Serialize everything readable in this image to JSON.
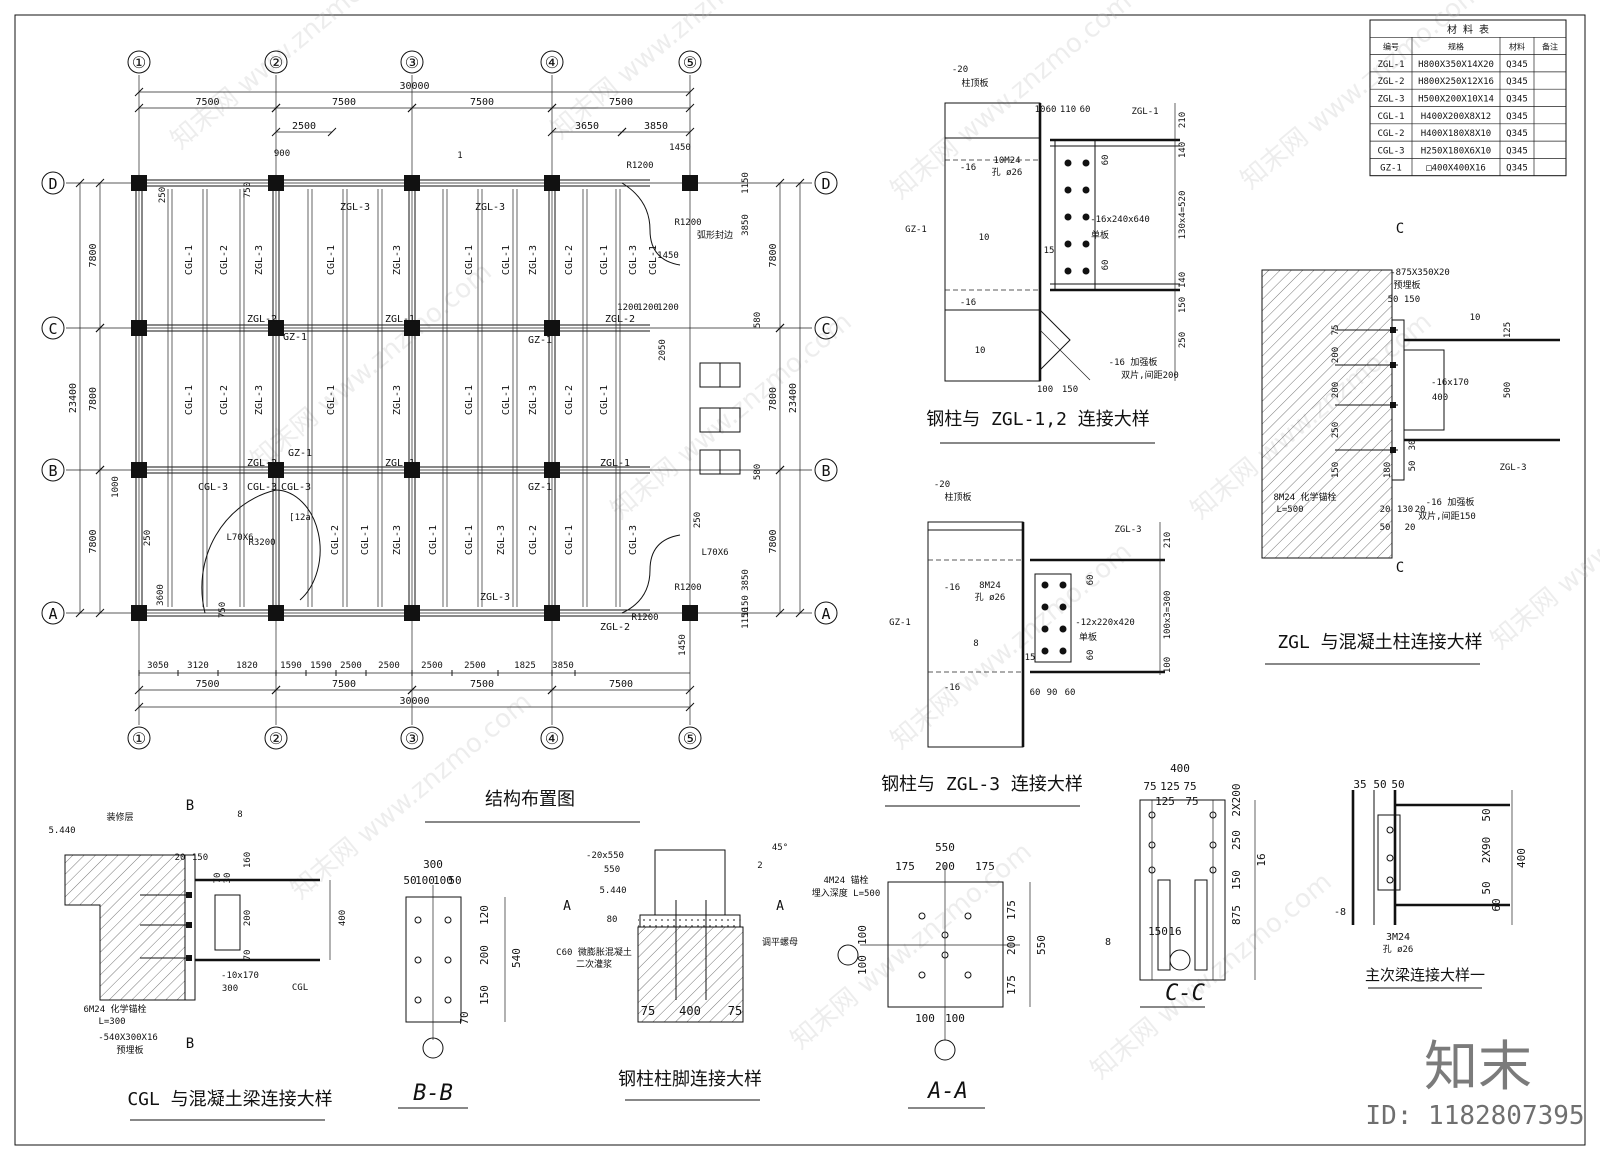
{
  "axes_top": [
    "①",
    "②",
    "③",
    "④",
    "⑤"
  ],
  "axes_side": [
    "D",
    "C",
    "B",
    "A"
  ],
  "plan": {
    "title": "结构布置图",
    "overall_width": "30000",
    "overall_depth": "23400",
    "bay": "7500",
    "row": "7800",
    "top_dims": [
      "2500",
      "3650",
      "3850",
      "900",
      "1450"
    ],
    "bottom_dims": [
      "3050",
      "3120",
      "1820",
      "1590",
      "1590",
      "2500",
      "2500",
      "2500",
      "2500",
      "1825",
      "3850"
    ],
    "right_dims": [
      "1150",
      "3850",
      "1150",
      "580",
      "2050",
      "580",
      "250",
      "3850",
      "1150",
      "1450"
    ],
    "left_dims": [
      "250",
      "750",
      "1000",
      "250",
      "3600",
      "750"
    ],
    "beam_labels_row1": [
      "CGL-1",
      "CGL-2",
      "ZGL-3",
      "CGL-1",
      "ZGL-3",
      "CGL-1",
      "CGL-1",
      "ZGL-3",
      "CGL-2",
      "CGL-1",
      "CGL-3",
      "CGL-1"
    ],
    "beam_labels_row2": [
      "CGL-1",
      "CGL-2",
      "ZGL-3",
      "CGL-1",
      "ZGL-3",
      "CGL-1",
      "CGL-1",
      "ZGL-3",
      "CGL-2",
      "CGL-1"
    ],
    "beam_labels_row3": [
      "CGL-2",
      "CGL-1",
      "ZGL-3",
      "CGL-1",
      "CGL-1",
      "ZGL-3",
      "CGL-2",
      "CGL-1",
      "CGL-3"
    ],
    "horizontal_labels": [
      "ZGL-3",
      "ZGL-3",
      "ZGL-2",
      "ZGL-1",
      "ZGL-1",
      "GZ-1",
      "GZ-1",
      "ZGL-2",
      "ZGL-2",
      "ZGL-1",
      "GZ-1",
      "GZ-1",
      "ZGL-2",
      "ZGL-3",
      "CGL-3",
      "CGL-3",
      "CGL-3"
    ],
    "notes": [
      "R1200",
      "R1200",
      "R1200",
      "R1200",
      "R3200",
      "L70X6",
      "L70X6",
      "弧形封边",
      "1200",
      "1200",
      "1200",
      "1450",
      "[12a",
      "1"
    ]
  },
  "material_table": {
    "title": "材 料 表",
    "headers": [
      "编号",
      "规格",
      "材料",
      "备注"
    ],
    "rows": [
      [
        "ZGL-1",
        "H800X350X14X20",
        "Q345",
        ""
      ],
      [
        "ZGL-2",
        "H800X250X12X16",
        "Q345",
        ""
      ],
      [
        "ZGL-3",
        "H500X200X10X14",
        "Q345",
        ""
      ],
      [
        "CGL-1",
        "H400X200X8X12",
        "Q345",
        ""
      ],
      [
        "CGL-2",
        "H400X180X8X10",
        "Q345",
        ""
      ],
      [
        "CGL-3",
        "H250X180X6X10",
        "Q345",
        ""
      ],
      [
        "GZ-1",
        "□400X400X16",
        "Q345",
        ""
      ]
    ]
  },
  "detail1": {
    "title": "钢柱与 ZGL-1,2 连接大样",
    "labels": [
      "-20",
      "柱顶板",
      "-16",
      "-16",
      "GZ-1",
      "10M24",
      "孔 ø26",
      "-16x240x640",
      "单板",
      "ZGL-1",
      "10",
      "10",
      "15",
      "-16 加强板",
      "双片,间距200"
    ],
    "dims": [
      "10",
      "60",
      "110",
      "60",
      "210",
      "140",
      "60",
      "130x4=520",
      "60",
      "140",
      "150",
      "250",
      "100",
      "150"
    ]
  },
  "detail2": {
    "title": "钢柱与 ZGL-3 连接大样",
    "labels": [
      "-20",
      "柱顶板",
      "-16",
      "-16",
      "GZ-1",
      "8M24",
      "孔 ø26",
      "-12x220x420",
      "单板",
      "ZGL-3",
      "8",
      "15"
    ],
    "dims": [
      "210",
      "60",
      "100x3=300",
      "60",
      "100",
      "60",
      "90",
      "60"
    ]
  },
  "detail3": {
    "title": "ZGL 与混凝土柱连接大样",
    "section": "C",
    "labels": [
      "-875X350X20",
      "预埋板",
      "-16x170",
      "400",
      "8M24 化学锚栓",
      "L=500",
      "-16 加强板",
      "双片,间距150",
      "ZGL-3",
      "10"
    ],
    "dims": [
      "50",
      "150",
      "75",
      "200",
      "200",
      "250",
      "150",
      "125",
      "500",
      "180",
      "50",
      "30",
      "20",
      "130",
      "20",
      "50",
      "20"
    ]
  },
  "detail4": {
    "title": "CGL 与混凝土梁连接大样",
    "labels": [
      "5.440",
      "装修层",
      "B",
      "B",
      "6M24 化学锚栓",
      "L=300",
      "-540X300X16",
      "预埋板",
      "-10x170",
      "300",
      "CGL",
      "8"
    ],
    "dims": [
      "20",
      "150",
      "70",
      "30",
      "200",
      "70",
      "160",
      "400"
    ]
  },
  "detail5": {
    "title": "B-B",
    "dims": [
      "300",
      "50",
      "100",
      "100",
      "50",
      "120",
      "200",
      "150",
      "70",
      "540"
    ]
  },
  "detail6": {
    "title": "钢柱柱脚连接大样",
    "labels": [
      "-20x550",
      "550",
      "5.440",
      "A",
      "A",
      "C60 微膨胀混凝土",
      "二次灌浆",
      "调平螺母",
      "45°",
      "2",
      "80"
    ],
    "dims": [
      "75",
      "400",
      "75"
    ]
  },
  "detail7": {
    "title": "A-A",
    "labels": [
      "4M24 锚栓",
      "埋入深度 L=500"
    ],
    "dims": [
      "550",
      "175",
      "200",
      "175",
      "100",
      "100",
      "175",
      "200",
      "175",
      "550",
      "100",
      "100"
    ]
  },
  "detail8": {
    "title": "C-C",
    "dims": [
      "400",
      "75",
      "125",
      "75",
      "125",
      "75",
      "2X200",
      "250",
      "150",
      "875",
      "16",
      "150",
      "16"
    ],
    "labels": [
      "8"
    ]
  },
  "detail9": {
    "title": "主次梁连接大样一",
    "labels": [
      "-8",
      "3M24",
      "孔 ø26"
    ],
    "dims": [
      "35",
      "50",
      "50",
      "50",
      "2X90",
      "50",
      "60",
      "400"
    ]
  },
  "watermark": {
    "brand": "知末",
    "id": "ID: 1182807395",
    "site": "www.znzmo.com",
    "site_cn": "知末网"
  }
}
